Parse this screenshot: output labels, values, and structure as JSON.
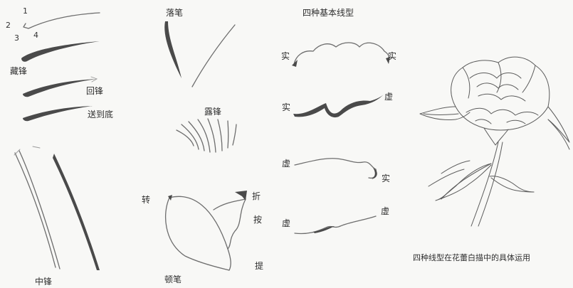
{
  "section_1": {
    "step_numbers": [
      "1",
      "2",
      "3",
      "4"
    ],
    "cang_feng": "藏锋",
    "hui_feng": "回锋",
    "song_dao_di": "送到底",
    "zhong_feng": "中锋"
  },
  "section_2": {
    "luo_bi": "落笔",
    "lu_feng": "露锋",
    "zhuan": "转",
    "zhe": "折",
    "an": "按",
    "ti": "提",
    "dun_bi": "顿笔"
  },
  "section_3": {
    "title": "四种基本线型",
    "row1": {
      "left": "实",
      "right": "实"
    },
    "row2": {
      "left": "实",
      "right": "虚"
    },
    "row3": {
      "left": "虚",
      "right": "实"
    },
    "row4": {
      "left": "虚",
      "right": "虚"
    }
  },
  "section_4": {
    "caption": "四种线型在花蕾白描中的具体运用"
  }
}
